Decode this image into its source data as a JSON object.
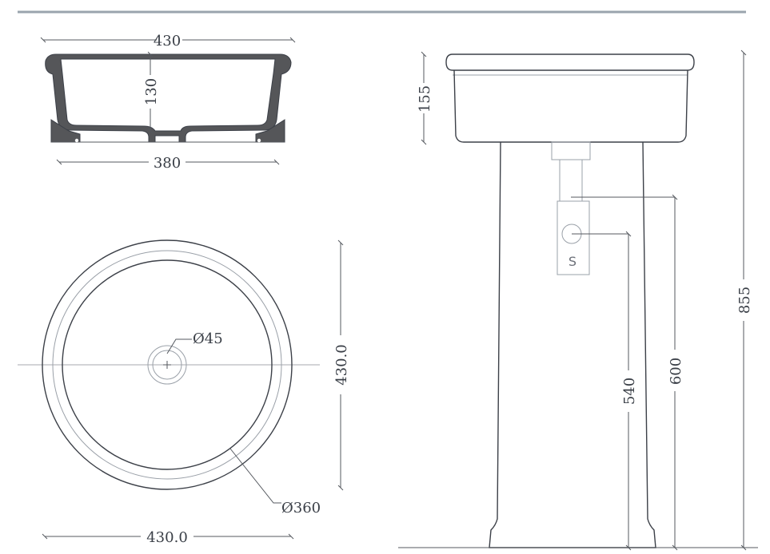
{
  "colors": {
    "top_rule": "#9aa4ad",
    "section_fill": "#555659",
    "line": "#3c4048",
    "thin_line": "#9aa0a8",
    "text": "#3a3f47"
  },
  "section_view": {
    "width_label": "430",
    "depth_label": "130",
    "base_label": "380"
  },
  "plan_view": {
    "drain_label": "Ø45",
    "inner_diameter_label": "Ø360",
    "height_label": "430.0",
    "width_label": "430.0"
  },
  "side_view": {
    "bowl_height_label": "155",
    "total_height_label": "855",
    "drain_height_label": "600",
    "siphon_height_label": "540",
    "siphon_letter": "S"
  }
}
